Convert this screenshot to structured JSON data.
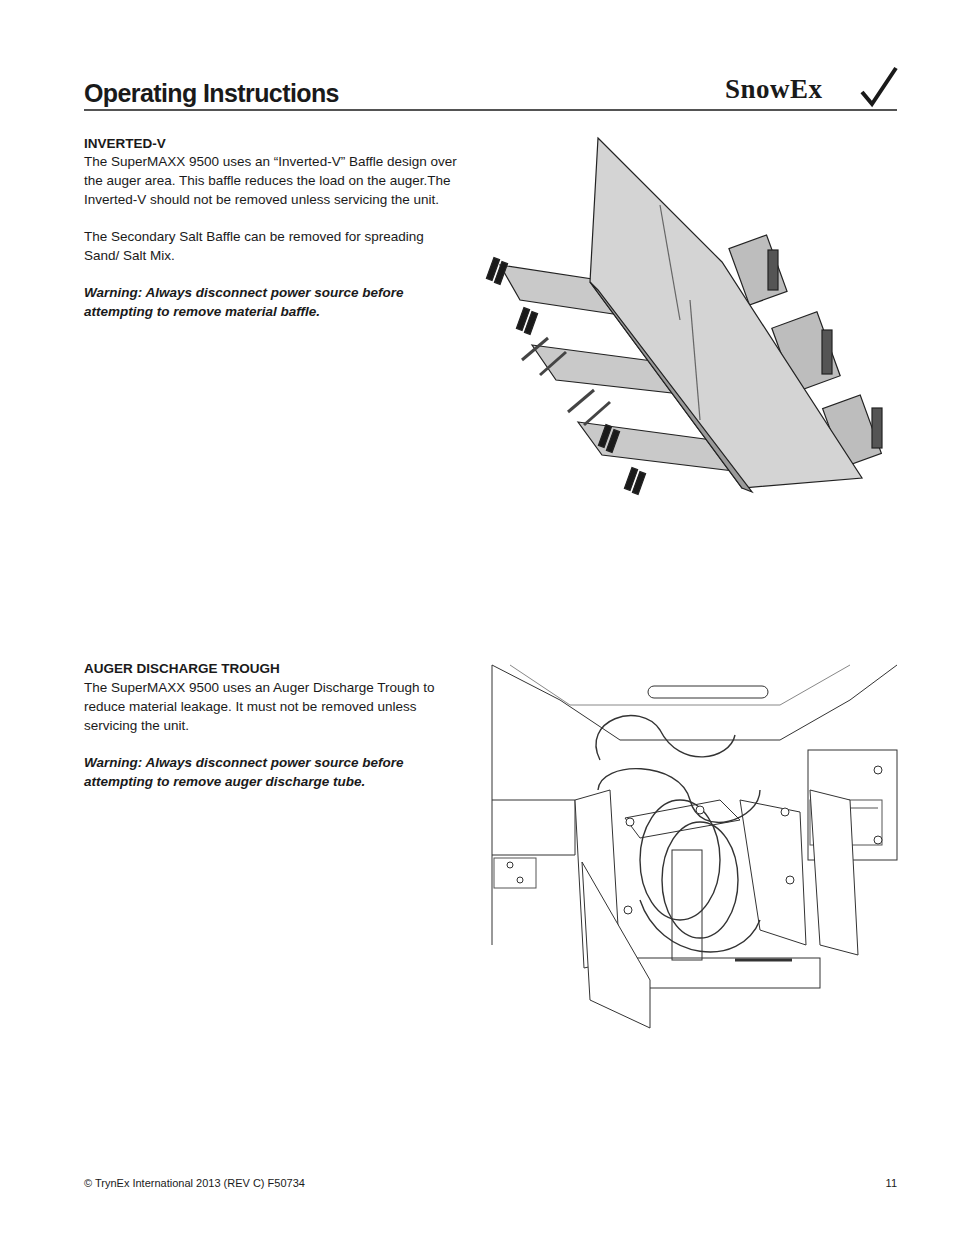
{
  "diagram": {
    "title": "Operating Instructions",
    "labels": [
      "SnowEx",
      "INVERTED-V",
      "The SuperMAXX 9500 uses an “Inverted-V” Baffle design over the auger area. This baffle reduces the load on the auger.The Inverted-V should not be removed unless servicing the unit.",
      "The Secondary Salt Baffle can be removed for spreading Sand/ Salt Mix.",
      "Warning: Always disconnect power source before attempting to remove material baffle.",
      "AUGER DISCHARGE TROUGH",
      "The SuperMAXX 9500 uses an Auger Discharge Trough to reduce material leakage. It must not be removed unless servicing the unit.",
      "Warning: Always disconnect power source before attempting to remove auger discharge tube.",
      "© TrynEx International 2013 (REV C) F50734",
      "11"
    ]
  }
}
